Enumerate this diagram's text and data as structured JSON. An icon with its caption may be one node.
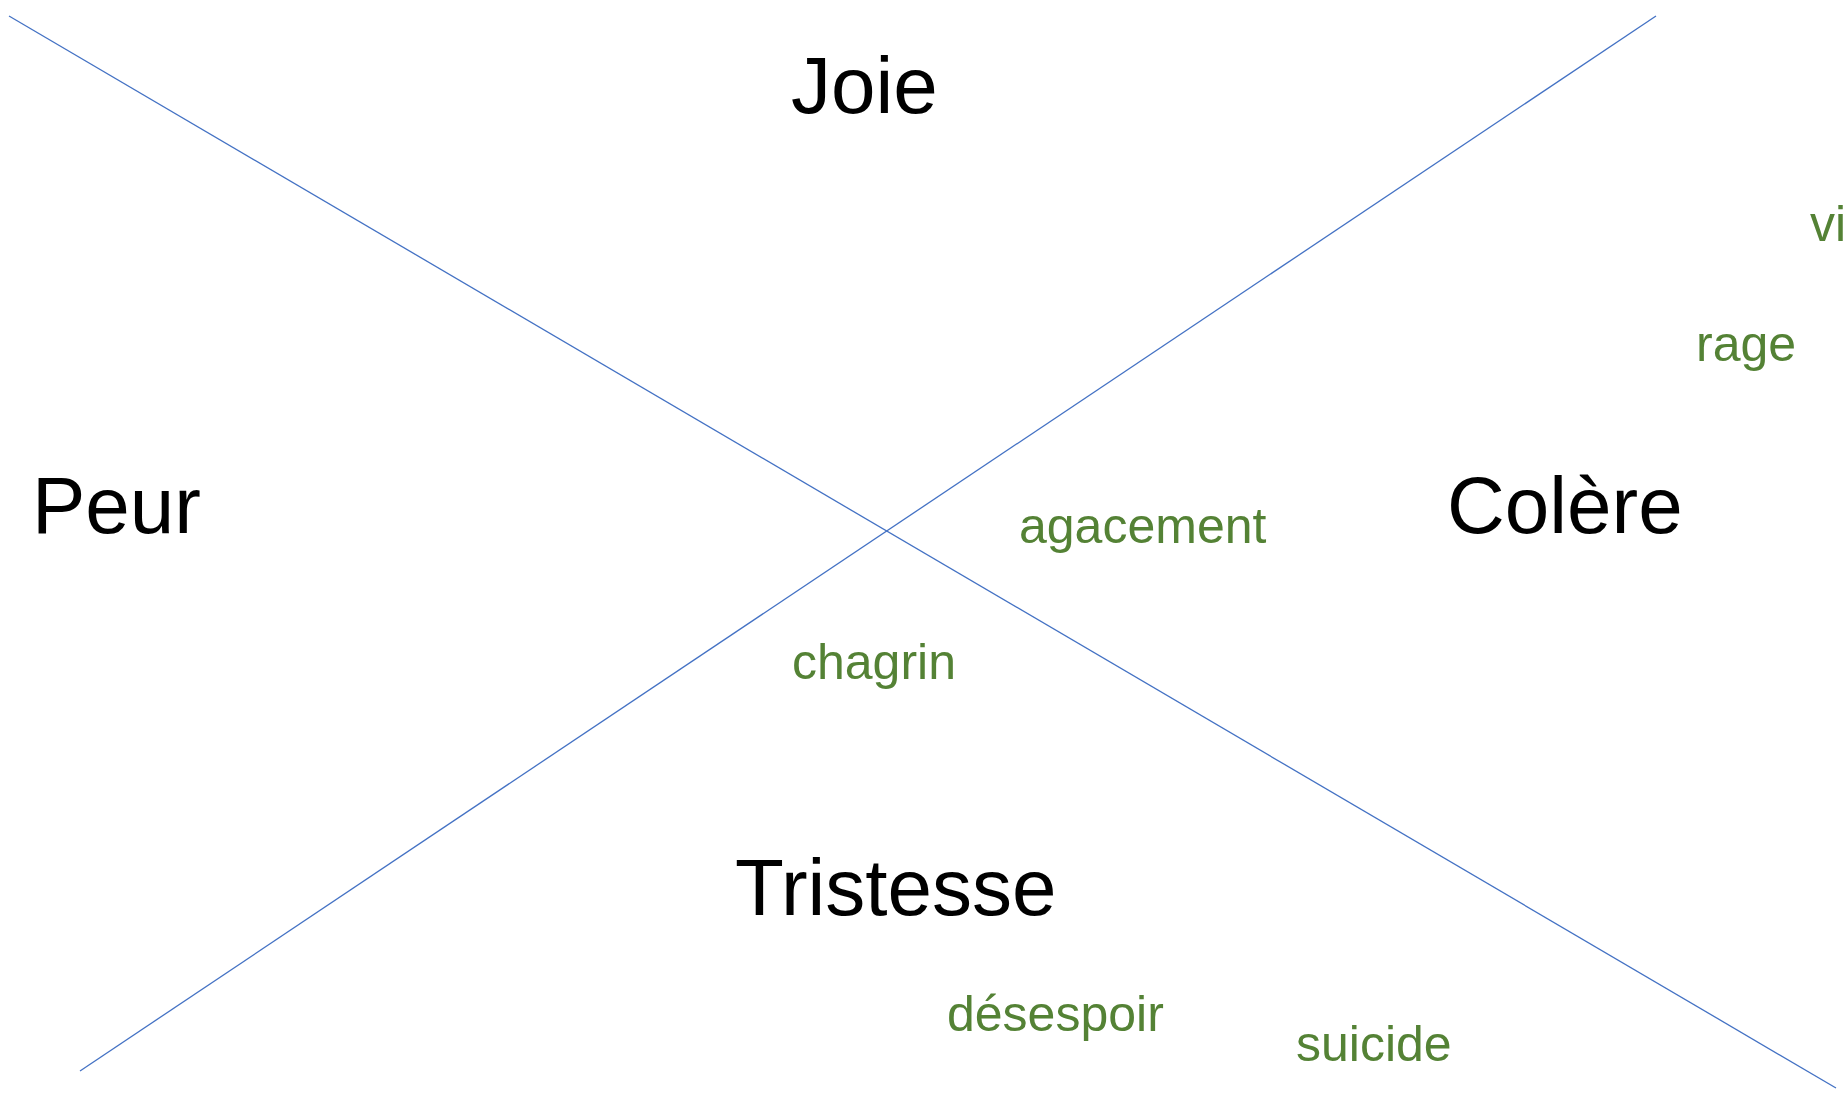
{
  "diagram": {
    "labels": [
      "Joie",
      "vi",
      "rage",
      "Peur",
      "agacement",
      "Colère",
      "chagrin",
      "Tristesse",
      "désespoir",
      "suicide"
    ]
  }
}
